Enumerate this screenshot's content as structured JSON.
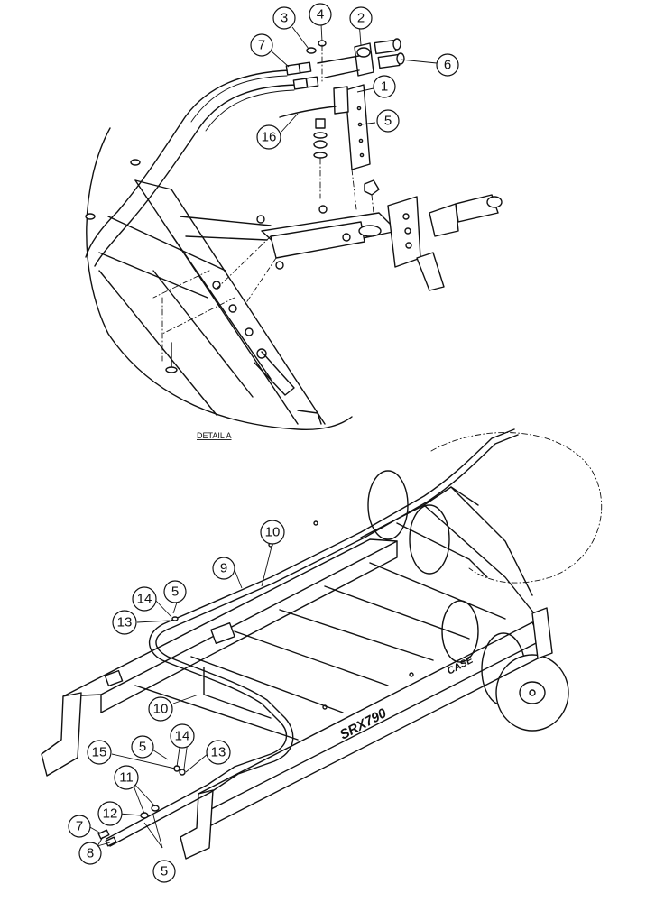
{
  "detail": {
    "label": "DETAIL A"
  },
  "frame_markings": {
    "model": "SRX790",
    "brand": "CASE"
  },
  "callouts": [
    {
      "id": "c-3a",
      "label": "3"
    },
    {
      "id": "c-4a",
      "label": "4"
    },
    {
      "id": "c-2a",
      "label": "2"
    },
    {
      "id": "c-7a",
      "label": "7"
    },
    {
      "id": "c-6a",
      "label": "6"
    },
    {
      "id": "c-1a",
      "label": "1"
    },
    {
      "id": "c-5a",
      "label": "5"
    },
    {
      "id": "c-16a",
      "label": "16"
    },
    {
      "id": "c-10a",
      "label": "10"
    },
    {
      "id": "c-9a",
      "label": "9"
    },
    {
      "id": "c-5b",
      "label": "5"
    },
    {
      "id": "c-14a",
      "label": "14"
    },
    {
      "id": "c-13a",
      "label": "13"
    },
    {
      "id": "c-10b",
      "label": "10"
    },
    {
      "id": "c-5c",
      "label": "5"
    },
    {
      "id": "c-14b",
      "label": "14"
    },
    {
      "id": "c-15a",
      "label": "15"
    },
    {
      "id": "c-13b",
      "label": "13"
    },
    {
      "id": "c-11a",
      "label": "11"
    },
    {
      "id": "c-12a",
      "label": "12"
    },
    {
      "id": "c-7b",
      "label": "7"
    },
    {
      "id": "c-8a",
      "label": "8"
    },
    {
      "id": "c-5d",
      "label": "5"
    }
  ]
}
